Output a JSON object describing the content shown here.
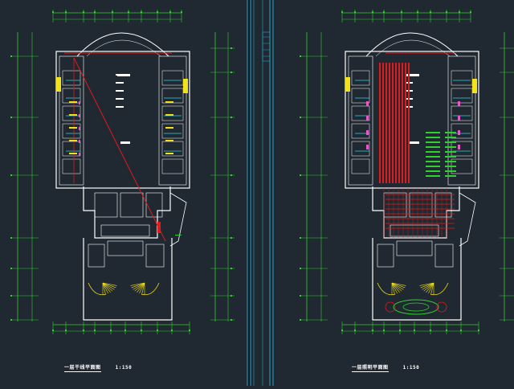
{
  "colors": {
    "background": "#202831",
    "wall": "#ffffff",
    "dimension": "#2fd12f",
    "red_line": "#e11b1b",
    "cyan": "#2fd6e6",
    "yellow": "#f2e21b",
    "magenta": "#e35ac8",
    "divider": "#1fa9c9"
  },
  "drawings": [
    {
      "id": "left",
      "title": "一层干线平面图",
      "scale": "1:150"
    },
    {
      "id": "right",
      "title": "一层照明平面图",
      "scale": "1:150"
    }
  ]
}
